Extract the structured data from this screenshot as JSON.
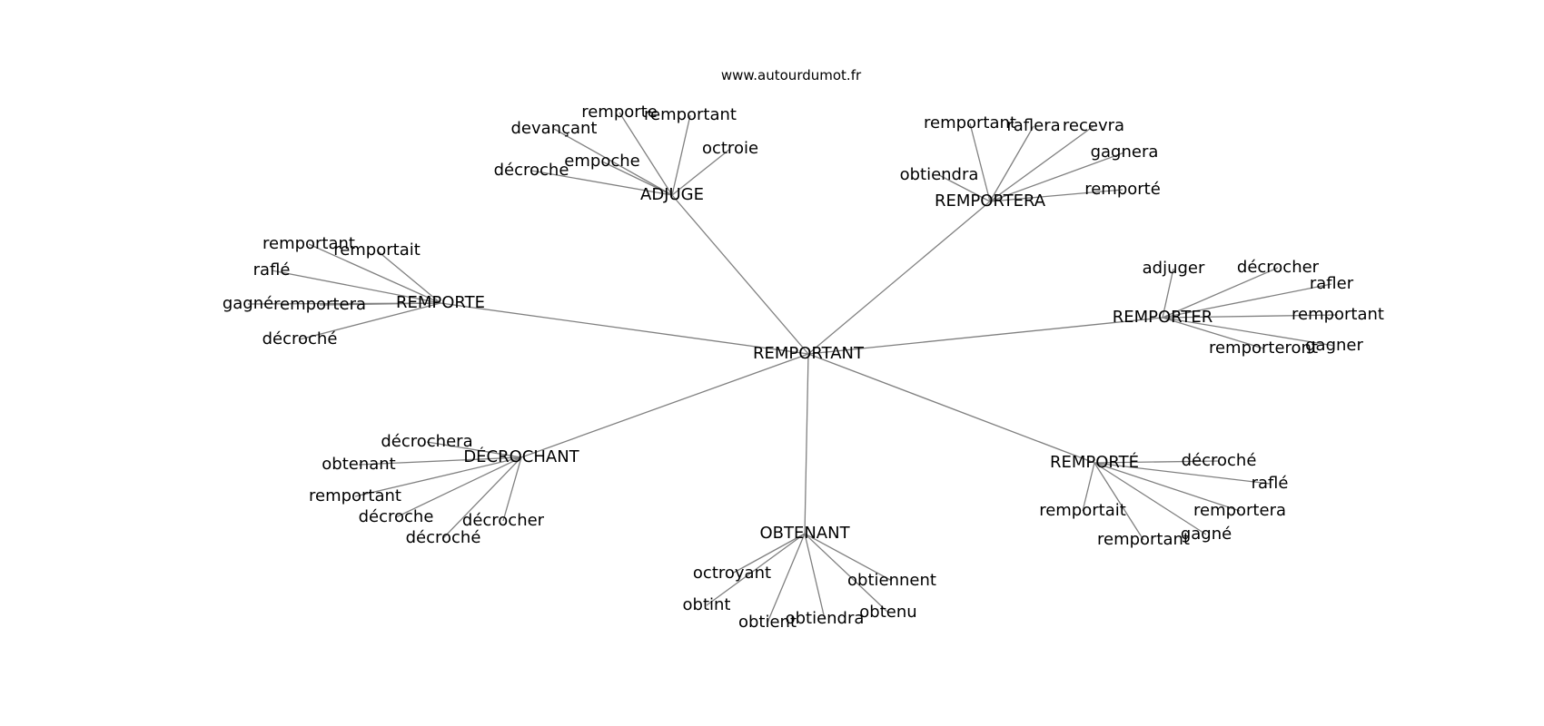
{
  "site": "www.autourdumot.fr",
  "graph": {
    "center": "REMPORTANT",
    "clusters": [
      {
        "hub": "ADJUGE",
        "leaves": [
          "remporte",
          "remportant",
          "devançant",
          "octroie",
          "empoche",
          "décroche"
        ]
      },
      {
        "hub": "REMPORTERA",
        "leaves": [
          "remportant",
          "raflera",
          "recevra",
          "gagnera",
          "obtiendra",
          "remporté"
        ]
      },
      {
        "hub": "REMPORTE",
        "leaves": [
          "remportant",
          "remportait",
          "raflé",
          "gagné",
          "remportera",
          "décroché"
        ]
      },
      {
        "hub": "REMPORTER",
        "leaves": [
          "adjuger",
          "décrocher",
          "rafler",
          "remportant",
          "remporteront",
          "gagner"
        ]
      },
      {
        "hub": "DÉCROCHANT",
        "leaves": [
          "décrochera",
          "obtenant",
          "remportant",
          "décroche",
          "décrocher",
          "décroché"
        ]
      },
      {
        "hub": "REMPORTÉ",
        "leaves": [
          "décroché",
          "raflé",
          "remportait",
          "remportera",
          "gagné",
          "remportant"
        ]
      },
      {
        "hub": "OBTENANT",
        "leaves": [
          "octroyant",
          "obtiennent",
          "obtint",
          "obtenu",
          "obtient",
          "obtiendra"
        ]
      }
    ]
  }
}
